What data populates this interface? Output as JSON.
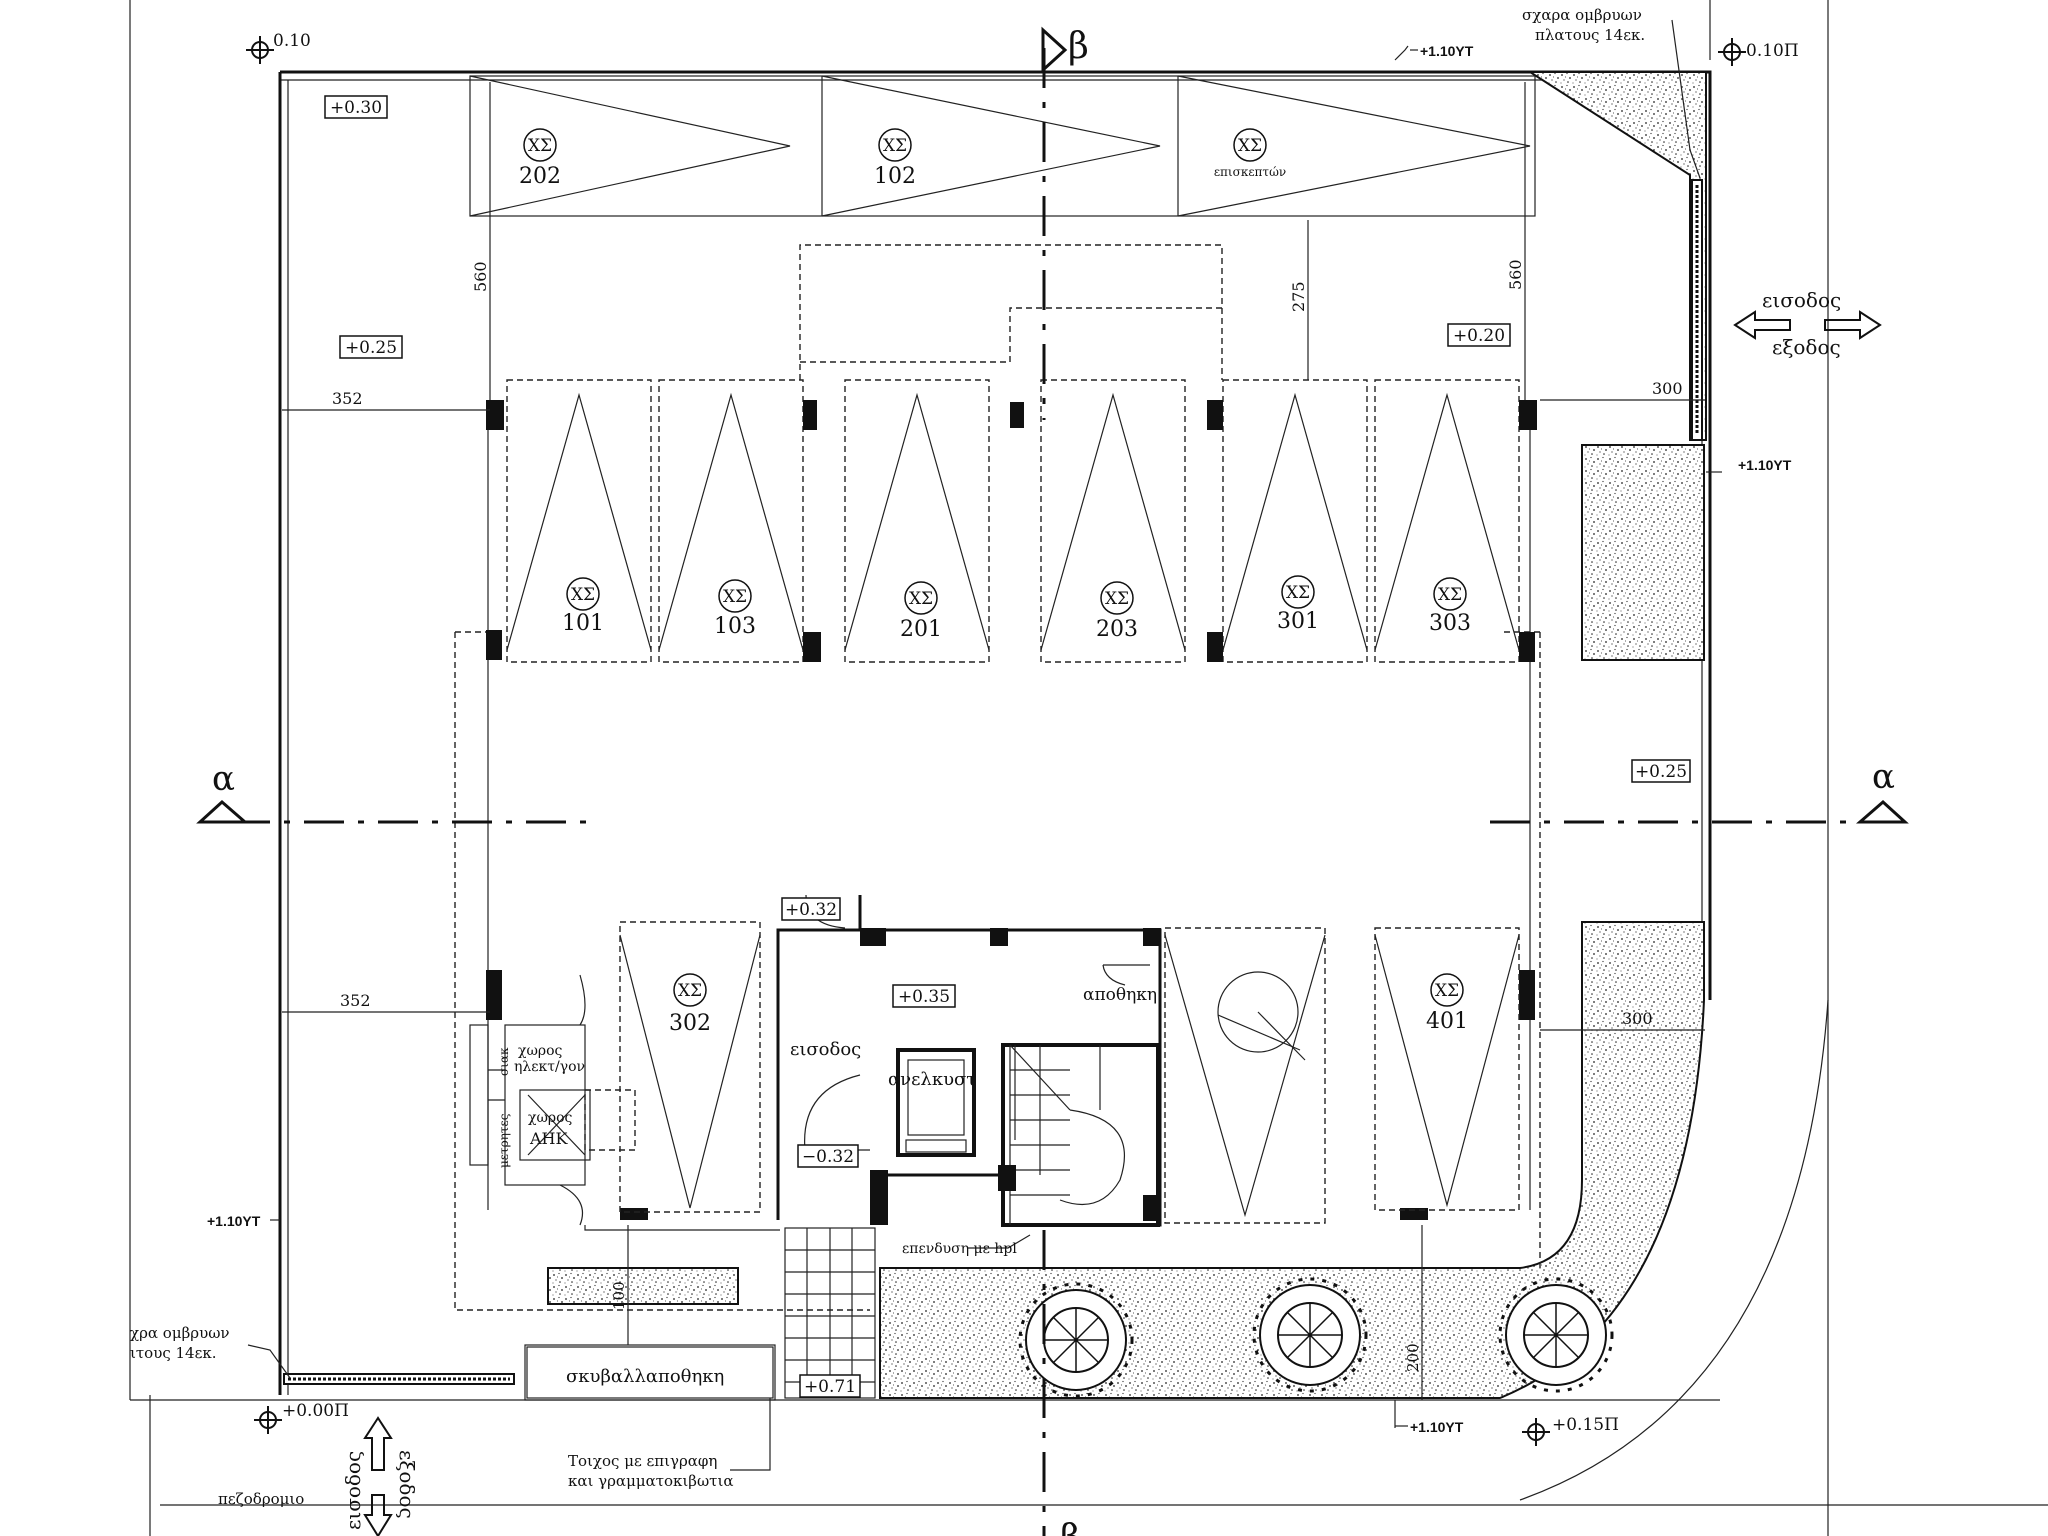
{
  "levels": {
    "corner_top_left": "0.10",
    "corner_top_right": "0.10Π",
    "corner_bottom_left": "+0.00Π",
    "corner_bottom_right": "+0.15Π",
    "room_tl": "+0.30",
    "room_left": "+0.25",
    "room_right_upper": "+0.20",
    "room_right_mid": "+0.25",
    "stair_top": "+0.32",
    "lobby": "+0.35",
    "entry_floor": "−0.32",
    "bottom_small": "+0.71"
  },
  "yt_marks": {
    "top": "+1.10YT",
    "right": "+1.10YT",
    "left": "+1.10YT",
    "bottom": "+1.10YT"
  },
  "dimensions": {
    "d560_left": "560",
    "d560_right": "560",
    "d275": "275",
    "d352_top": "352",
    "d352_bottom": "352",
    "d300_top": "300",
    "d300_bottom": "300",
    "d200": "200",
    "d100": "100"
  },
  "section_marks": {
    "alpha_left": "α",
    "alpha_right": "α",
    "beta_top": "β",
    "beta_bottom": "β"
  },
  "parking_prefix": "ΧΣ",
  "parking": {
    "top_row": [
      "202",
      "102",
      "επισκεπτών"
    ],
    "middle_row": [
      "101",
      "103",
      "201",
      "203",
      "301",
      "303"
    ],
    "bottom_row": [
      "302",
      "401"
    ]
  },
  "labels": {
    "grate_top_line1": "σχαρα ομβρυων",
    "grate_top_line2": "πλατους 14εκ.",
    "grate_left_line1": "χρα ομβρυων",
    "grate_left_line2": "ιτους 14εκ.",
    "entrance_right": "εισοδος",
    "exit_right": "εξοδος",
    "storage": "αποθηκη",
    "entrance_lobby": "εισοδος",
    "elevator": "ανελκυστ",
    "electric_room_line1": "χωρος",
    "electric_room_line2": "ηλεκτ/γον",
    "ahk_line1": "χωρος",
    "ahk_line2": "ΑΗΚ",
    "meters": "μετρητες",
    "stac": "σιακ",
    "cladding": "επενδυση με hpl",
    "garbage": "σκυβαλλαποθηκη",
    "wall_note_line1": "Τοιχος με επιγραφη",
    "wall_note_line2": "και γραμματοκιβωτια",
    "sidewalk": "πεζοδρομιο",
    "entrance_bottom": "εισοδος",
    "exit_bottom": "εξοδος"
  }
}
